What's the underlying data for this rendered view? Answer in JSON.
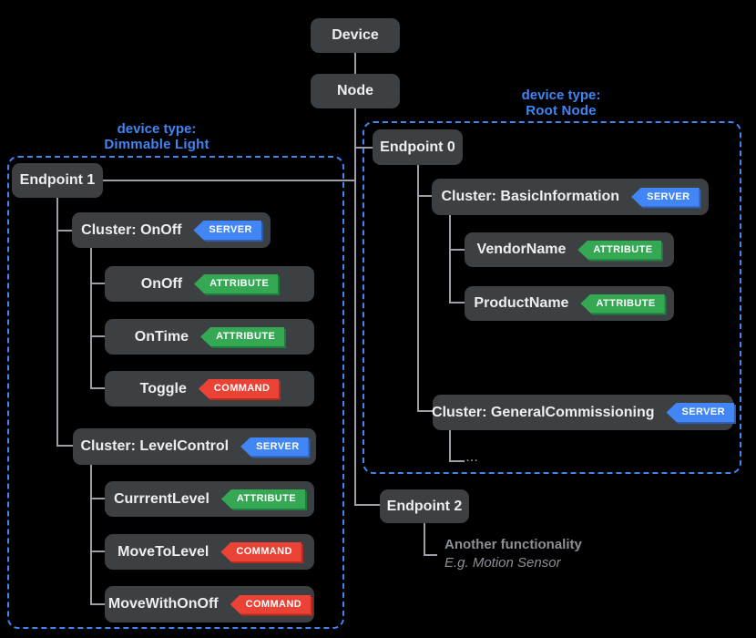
{
  "root": {
    "device": "Device",
    "node": "Node"
  },
  "left_group": {
    "type_label": [
      "device type:",
      "Dimmable Light"
    ],
    "endpoint_label": "Endpoint 1",
    "clusters": [
      {
        "label": "Cluster: OnOff",
        "badge": "SERVER",
        "children": [
          {
            "label": "OnOff",
            "badge": "ATTRIBUTE"
          },
          {
            "label": "OnTime",
            "badge": "ATTRIBUTE"
          },
          {
            "label": "Toggle",
            "badge": "COMMAND"
          }
        ]
      },
      {
        "label": "Cluster: LevelControl",
        "badge": "SERVER",
        "children": [
          {
            "label": "CurrrentLevel",
            "badge": "ATTRIBUTE"
          },
          {
            "label": "MoveToLevel",
            "badge": "COMMAND"
          },
          {
            "label": "MoveWithOnOff",
            "badge": "COMMAND"
          }
        ]
      }
    ]
  },
  "right_group": {
    "type_label": [
      "device type:",
      "Root Node"
    ],
    "endpoint_label": "Endpoint 0",
    "clusters": [
      {
        "label": "Cluster: BasicInformation",
        "badge": "SERVER",
        "children": [
          {
            "label": "VendorName",
            "badge": "ATTRIBUTE"
          },
          {
            "label": "ProductName",
            "badge": "ATTRIBUTE"
          }
        ]
      },
      {
        "label": "Cluster: GeneralCommissioning",
        "badge": "SERVER"
      }
    ],
    "ellipsis": "..."
  },
  "endpoint2": {
    "label": "Endpoint 2",
    "note": [
      "Another functionality",
      "E.g. Motion Sensor"
    ]
  },
  "colors": {
    "server": "#4285f4",
    "attribute": "#34a853",
    "command": "#ea4335",
    "accent_blue": "#4285f4",
    "box": "#3c4043",
    "line": "#9aa0a6"
  }
}
